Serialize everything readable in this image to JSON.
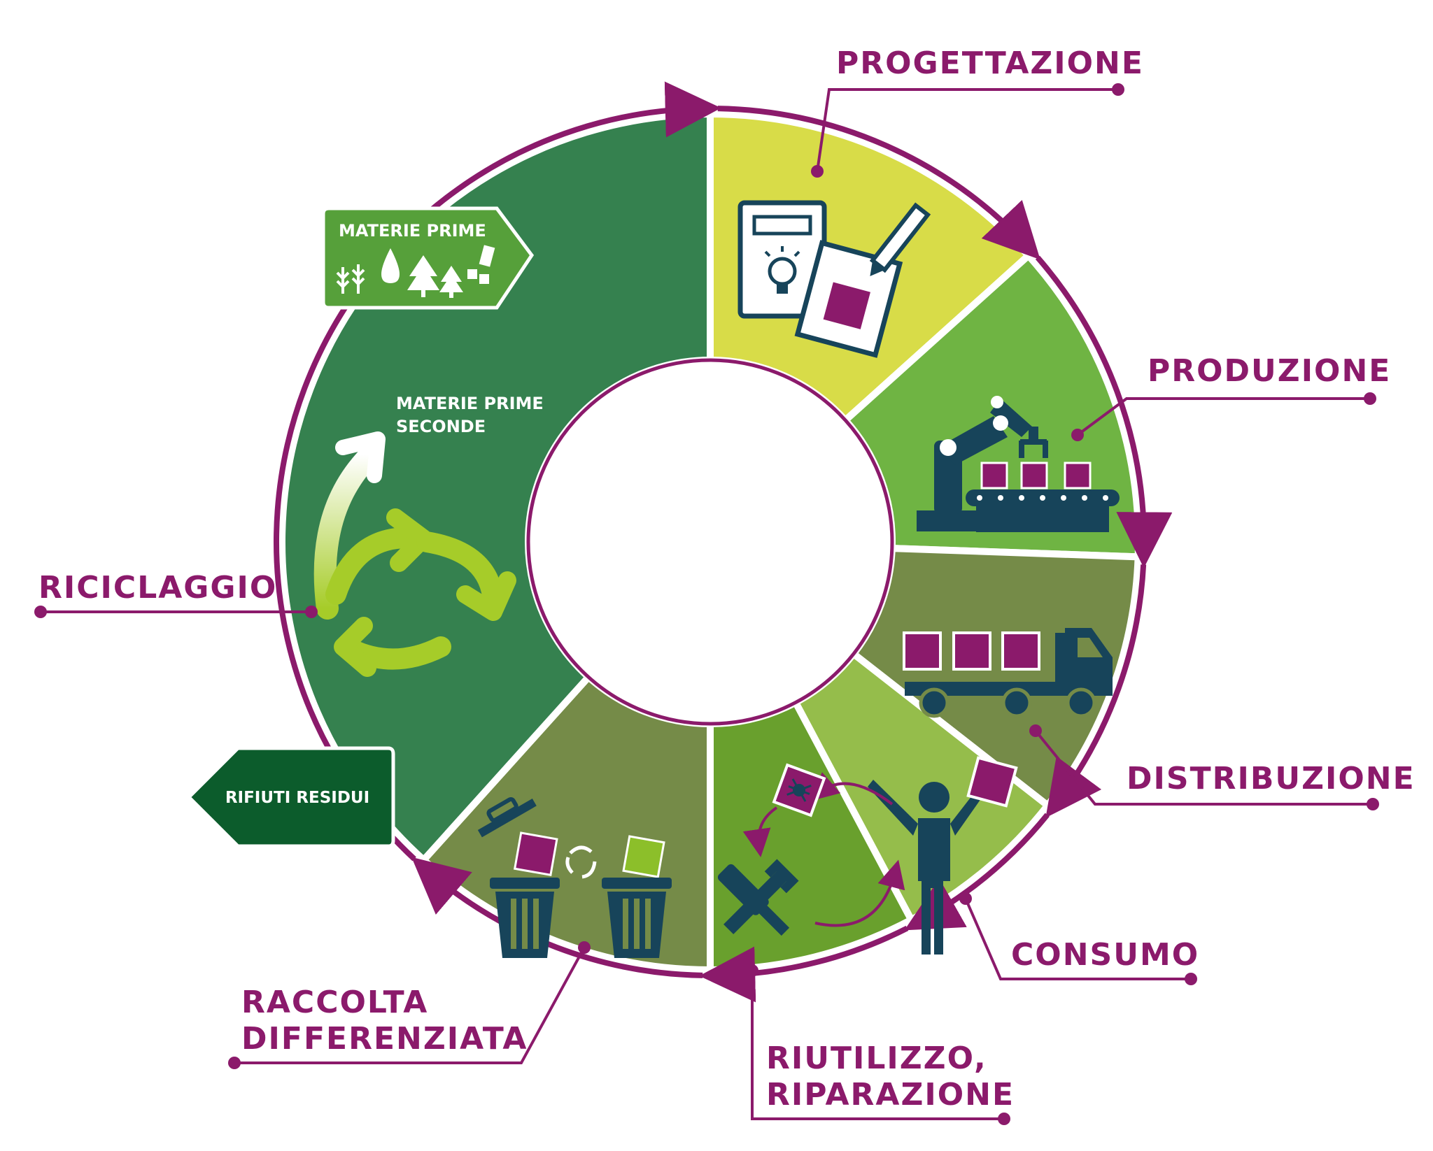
{
  "colors": {
    "purple": "#8b1a6b",
    "navy": "#17445a",
    "dark_green": "#35814f",
    "yellow_green": "#d8dc48",
    "bright_green": "#6fb443",
    "olive_green": "#758b48",
    "light_green": "#95bd4b",
    "mid_green": "#69a02d",
    "tag_green": "#56a03a",
    "residual_green": "#0c5c2c",
    "lime": "#a6cc29"
  },
  "stages": [
    {
      "id": "progettazione",
      "label": "PROGETTAZIONE",
      "color": "#d8dc48",
      "icon": "design-icon"
    },
    {
      "id": "produzione",
      "label": "PRODUZIONE",
      "color": "#6fb443",
      "icon": "robot-arm-icon"
    },
    {
      "id": "distribuzione",
      "label": "DISTRIBUZIONE",
      "color": "#758b48",
      "icon": "truck-icon"
    },
    {
      "id": "consumo",
      "label": "CONSUMO",
      "color": "#95bd4b",
      "icon": "person-icon"
    },
    {
      "id": "riutilizzo",
      "label_lines": [
        "RIUTILIZZO,",
        "RIPARAZIONE"
      ],
      "color": "#69a02d",
      "icon": "tools-icon"
    },
    {
      "id": "raccolta",
      "label_lines": [
        "RACCOLTA",
        "DIFFERENZIATA"
      ],
      "color": "#758b48",
      "icon": "bins-icon"
    },
    {
      "id": "riciclaggio",
      "label": "RICICLAGGIO",
      "color": "#35814f",
      "icon": "recycle-icon"
    }
  ],
  "tags": {
    "materie_prime": "MATERIE PRIME",
    "materie_prime_seconde": [
      "MATERIE PRIME",
      "SECONDE"
    ],
    "rifiuti_residui": "RIFIUTI RESIDUI"
  }
}
